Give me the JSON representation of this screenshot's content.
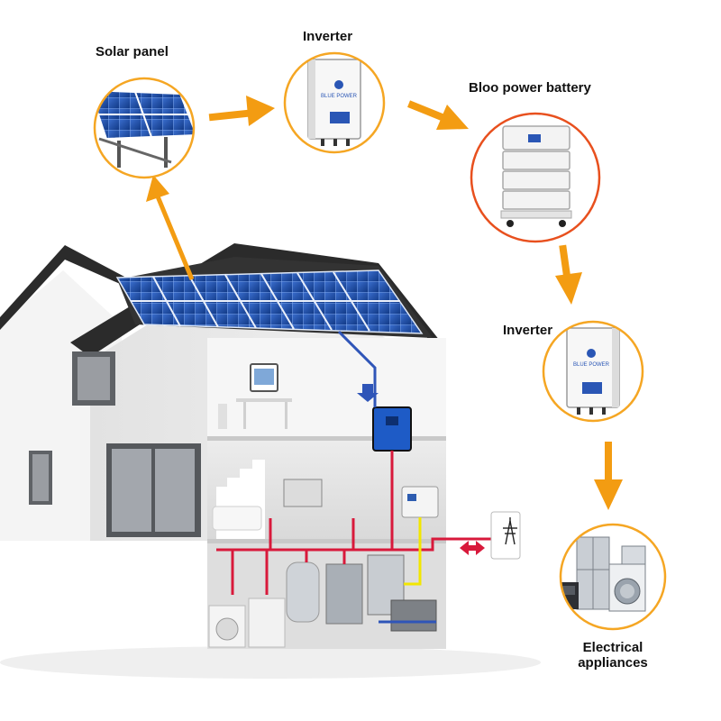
{
  "labels": {
    "solar_panel": "Solar panel",
    "inverter_top": "Inverter",
    "battery": "Bloo power battery",
    "inverter_right": "Inverter",
    "appliances_line1": "Electrical",
    "appliances_line2": "appliances"
  },
  "device_text": {
    "inverter_brand": "BLUE POWER"
  },
  "colors": {
    "arrow": "#f39c12",
    "circle_border": "#f5a623",
    "battery_circle_border": "#e8501e",
    "roof": "#2b2b2b",
    "house_wall": "#e9e9e9",
    "solar_blue": "#1f4fa3",
    "ac_wire": "#d8193b",
    "dc_wire": "#f2e600",
    "signal_wire": "#2f55b8"
  },
  "icons": [
    "solar-panel-icon",
    "inverter-icon",
    "battery-icon",
    "appliances-icon",
    "grid-tower-icon"
  ]
}
